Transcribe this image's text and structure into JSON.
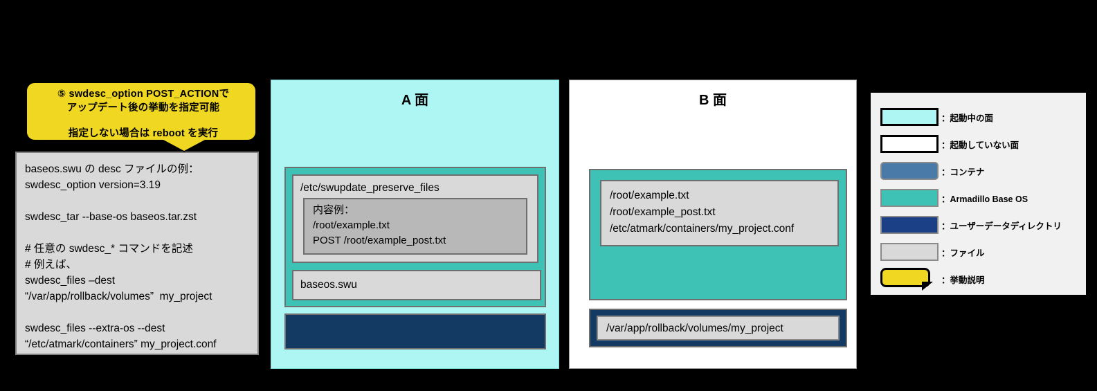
{
  "callout": {
    "line1": "⑤ swdesc_option POST_ACTIONで",
    "line2": "アップデート後の挙動を指定可能",
    "line3": "指定しない場合は reboot を実行",
    "color": "#efd722"
  },
  "desc_box": {
    "lines": [
      "baseos.swu の desc ファイルの例：",
      "swdesc_option version=3.19",
      "",
      "swdesc_tar --base-os baseos.tar.zst",
      "",
      "# 任意の swdesc_* コマンドを記述",
      "# 例えば、",
      "swdesc_files –dest",
      "“/var/app/rollback/volumes”  my_project",
      "",
      "swdesc_files --extra-os --dest",
      "“/etc/atmark/containers” my_project.conf"
    ]
  },
  "panel_a": {
    "title": "A 面",
    "state": "active",
    "file1": {
      "name": "/etc/swupdate_preserve_files",
      "inner_lines": [
        "内容例：",
        "/root/example.txt",
        "POST /root/example_post.txt"
      ]
    },
    "file2": {
      "name": "baseos.swu"
    }
  },
  "panel_b": {
    "title": "B 面",
    "state": "inactive",
    "file1": {
      "lines": [
        "/root/example.txt",
        "/root/example_post.txt",
        "/etc/atmark/containers/my_project.conf"
      ]
    },
    "userdata_file": {
      "name": "/var/app/rollback/volumes/my_project"
    }
  },
  "legend": {
    "items": [
      {
        "label": "：起動中の面",
        "swatch": "active-face",
        "color": "#aef6f4"
      },
      {
        "label": "：起動していない面",
        "swatch": "inactive-face",
        "color": "#ffffff"
      },
      {
        "label": "：コンテナ",
        "swatch": "container",
        "color": "#4a7aa7"
      },
      {
        "label": "：Armadillo Base  OS",
        "swatch": "base-os",
        "color": "#3ec2b5"
      },
      {
        "label": "：ユーザーデータディレクトリ",
        "swatch": "user-data",
        "color": "#1b4085"
      },
      {
        "label": "：ファイル",
        "swatch": "file",
        "color": "#d9d9d9"
      },
      {
        "label": "：挙動説明",
        "swatch": "note",
        "color": "#efd722"
      }
    ]
  }
}
